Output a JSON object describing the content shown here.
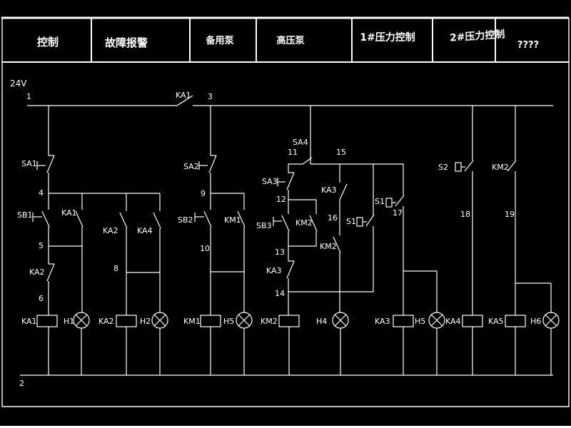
{
  "colors": {
    "background": "#000000",
    "foreground": "#ffffff"
  },
  "header": {
    "cells": [
      {
        "label": "控制"
      },
      {
        "label": "故障报警"
      },
      {
        "label": "备用泵"
      },
      {
        "label": "高压泵"
      },
      {
        "label": "1#压力控制"
      },
      {
        "label": "2#压力控制"
      },
      {
        "label": "????"
      }
    ]
  },
  "power": {
    "rail_voltage": "24V"
  },
  "nodes": {
    "n1": "1",
    "n2": "2",
    "n3": "3",
    "n4": "4",
    "n5": "5",
    "n6": "6",
    "n8": "8",
    "n9": "9",
    "n10": "10",
    "n11": "11",
    "n12": "12",
    "n13": "13",
    "n14": "14",
    "n15": "15",
    "n16": "16",
    "n17": "17",
    "n18": "18",
    "n19": "19"
  },
  "devices": {
    "rail_ka1": "KA1",
    "sa1": "SA1",
    "sb1": "SB1",
    "ka1_no": "KA1",
    "ka2_no": "KA2",
    "ka4_no": "KA4",
    "ka2_nc": "KA2",
    "ka1_coil": "KA1",
    "h1": "H1",
    "ka2_coil": "KA2",
    "h2": "H2",
    "sa2": "SA2",
    "sb2": "SB2",
    "km1_no": "KM1",
    "km1_coil": "KM1",
    "h5_backup": "H5",
    "sa4": "SA4",
    "sa3": "SA3",
    "sb3": "SB3",
    "km2_no_a": "KM2",
    "ka3_nc": "KA3",
    "km2_coil": "KM2",
    "h4": "H4",
    "ka3_no": "KA3",
    "km2_no_b": "KM2",
    "s1_a": "S1",
    "s1_b": "S1",
    "ka3_coil": "KA3",
    "h5_press": "H5",
    "s2": "S2",
    "km2_no_c": "KM2",
    "ka4_coil": "KA4",
    "ka5_coil": "KA5",
    "h6": "H6"
  }
}
